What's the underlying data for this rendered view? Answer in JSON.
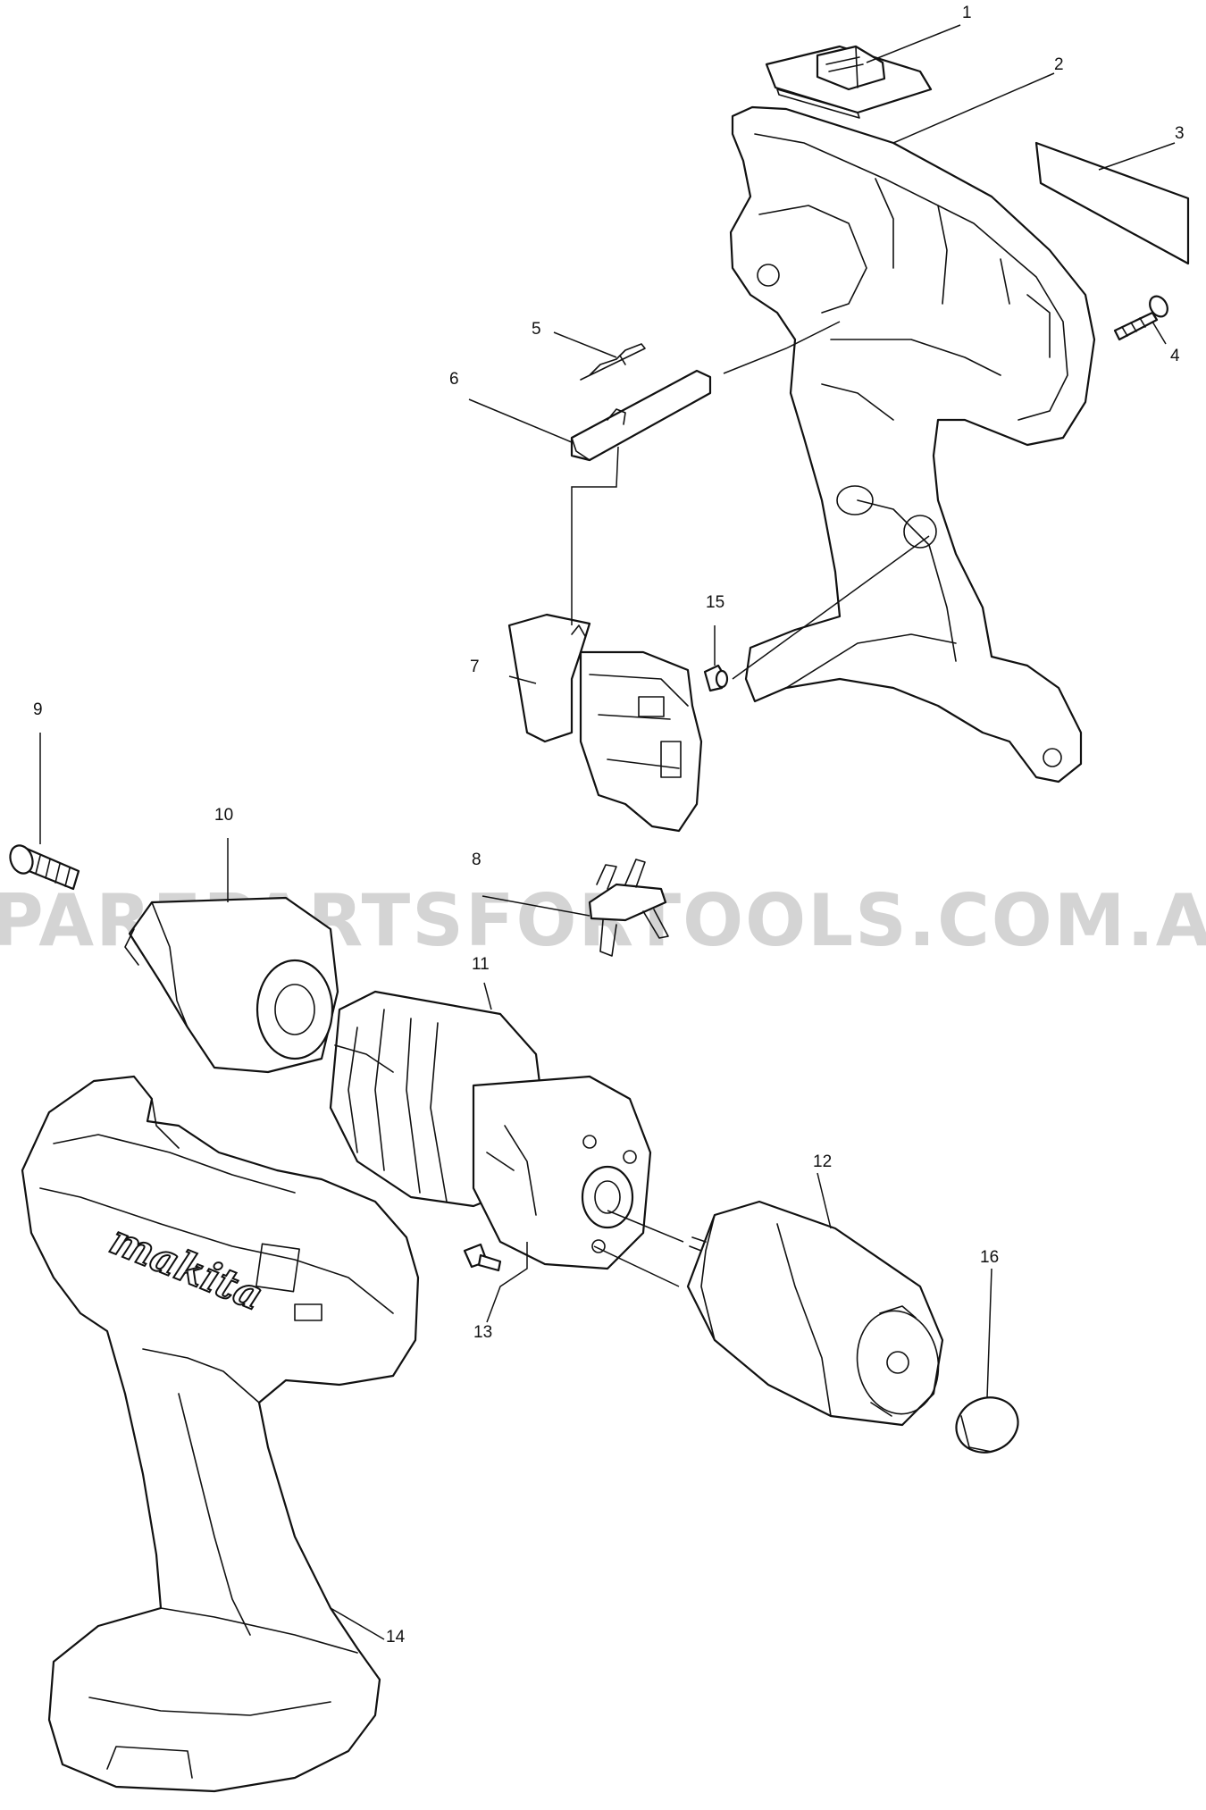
{
  "watermark": "PAREPARTSFORTOOLS.COM.AU",
  "brand_text": "makita",
  "callouts": {
    "c1": "1",
    "c2": "2",
    "c3": "3",
    "c4": "4",
    "c5": "5",
    "c6": "6",
    "c7": "7",
    "c8": "8",
    "c9": "9",
    "c10": "10",
    "c11": "11",
    "c12": "12",
    "c13": "13",
    "c14": "14",
    "c15": "15",
    "c16": "16"
  }
}
